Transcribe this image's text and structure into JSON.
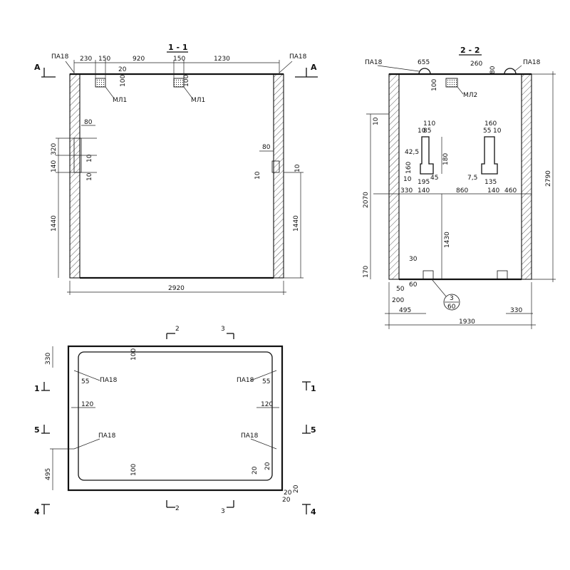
{
  "section_1": {
    "title": "1 - 1",
    "cut_a_left": "А",
    "cut_a_right": "А",
    "pa_left": "ПА18",
    "pa_right": "ПА18",
    "ml_left": "МЛ1",
    "ml_right": "МЛ1",
    "dims": {
      "d230": "230",
      "d150a": "150",
      "d920": "920",
      "d150b": "150",
      "d1230": "1230",
      "d20": "20",
      "d100a": "100",
      "d100b": "100",
      "d80a": "80",
      "d320": "320",
      "d10a": "10",
      "d140": "140",
      "d10b": "10",
      "d1440l": "1440",
      "d80b": "80",
      "d10c": "10",
      "d10d": "10",
      "d1440r": "1440",
      "d2920": "2920"
    }
  },
  "section_2": {
    "title": "2 - 2",
    "pa_left": "ПА18",
    "pa_right": "ПА18",
    "ml": "МЛ2",
    "callout_num": "3",
    "callout_den": "60",
    "dims": {
      "d655": "655",
      "d260": "260",
      "d80": "80",
      "d100": "100",
      "d2790": "2790",
      "d10a": "10",
      "d110": "110",
      "d85": "85",
      "d160": "160",
      "d55": "55",
      "d10b": "10",
      "d42_5": "42,5",
      "d160v": "160",
      "d180": "180",
      "d10c": "10",
      "d195": "195",
      "d45": "45",
      "d7_5": "7,5",
      "d135": "135",
      "d330": "330",
      "d140a": "140",
      "d860": "860",
      "d140b": "140",
      "d460": "460",
      "d2070": "2070",
      "d1430": "1430",
      "d10d": "10",
      "d30": "30",
      "d170": "170",
      "d50": "50",
      "d60": "60",
      "d200": "200",
      "d495": "495",
      "d330b": "330",
      "d1930": "1930"
    }
  },
  "plan": {
    "cut2_top": "2",
    "cut3_top": "3",
    "cut1_left": "1",
    "cut1_right": "1",
    "cut5_left": "5",
    "cut5_right": "5",
    "cut4_left": "4",
    "cut4_right": "4",
    "cut2_bot": "2",
    "cut3_bot": "3",
    "pa_tl": "ПА18",
    "pa_tr": "ПА18",
    "pa_ml": "ПА18",
    "pa_mr": "ПА18",
    "dims": {
      "d330": "330",
      "d100a": "100",
      "d55l": "55",
      "d55r": "55",
      "d120l": "120",
      "d120r": "120",
      "d495": "495",
      "d100b": "100",
      "d20a": "20",
      "d20b": "20",
      "d20c": "20",
      "d20d": "20",
      "d20e": "20"
    }
  }
}
